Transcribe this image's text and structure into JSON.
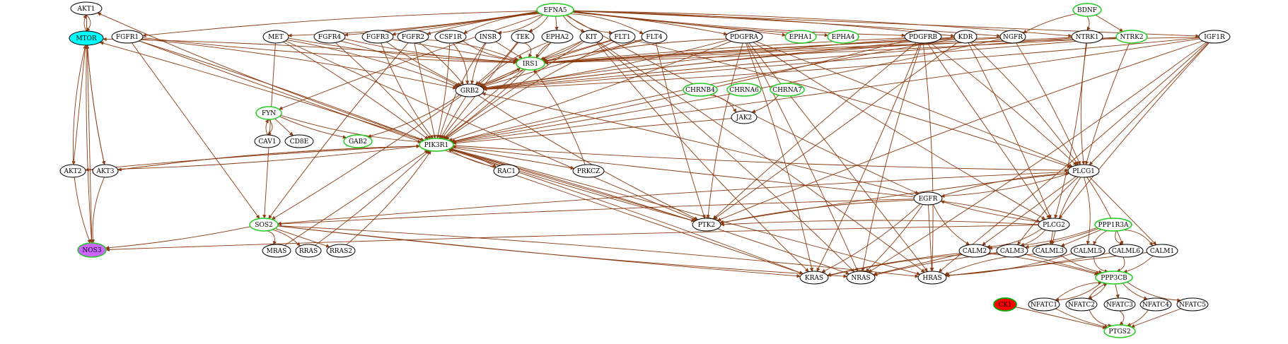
{
  "colors": {
    "edge": "#8B3A0F",
    "node_fill_default": "#ffffff",
    "node_stroke_default": "#000000",
    "node_stroke_green": "#22cc22",
    "mtor_fill": "#00ffff",
    "nos3_fill": "#cc66ff",
    "ck1_fill": "#ff0000",
    "ck1_stroke": "#00aa00"
  },
  "nodes": [
    {
      "id": "AKT1",
      "label": "AKT1",
      "style": "plain"
    },
    {
      "id": "MTOR",
      "label": "MTOR",
      "style": "cyan"
    },
    {
      "id": "EFNA5",
      "label": "EFNA5",
      "style": "green"
    },
    {
      "id": "BDNF",
      "label": "BDNF",
      "style": "green"
    },
    {
      "id": "FGFR1",
      "label": "FGFR1",
      "style": "plain"
    },
    {
      "id": "MET",
      "label": "MET",
      "style": "plain"
    },
    {
      "id": "FGFR4",
      "label": "FGFR4",
      "style": "plain"
    },
    {
      "id": "FGFR3",
      "label": "FGFR3",
      "style": "plain"
    },
    {
      "id": "FGFR2",
      "label": "FGFR2",
      "style": "plain"
    },
    {
      "id": "CSF1R",
      "label": "CSF1R",
      "style": "plain"
    },
    {
      "id": "INSR",
      "label": "INSR",
      "style": "plain"
    },
    {
      "id": "TEK",
      "label": "TEK",
      "style": "plain"
    },
    {
      "id": "EPHA2",
      "label": "EPHA2",
      "style": "plain"
    },
    {
      "id": "KIT",
      "label": "KIT",
      "style": "plain"
    },
    {
      "id": "FLT1",
      "label": "FLT1",
      "style": "plain"
    },
    {
      "id": "FLT4",
      "label": "FLT4",
      "style": "plain"
    },
    {
      "id": "PDGFRA",
      "label": "PDGFRA",
      "style": "plain"
    },
    {
      "id": "EPHA1",
      "label": "EPHA1",
      "style": "green"
    },
    {
      "id": "EPHA4",
      "label": "EPHA4",
      "style": "green"
    },
    {
      "id": "PDGFRB",
      "label": "PDGFRB",
      "style": "plain"
    },
    {
      "id": "KDR",
      "label": "KDR",
      "style": "plain"
    },
    {
      "id": "NGFR",
      "label": "NGFR",
      "style": "plain"
    },
    {
      "id": "NTRK1",
      "label": "NTRK1",
      "style": "plain"
    },
    {
      "id": "NTRK2",
      "label": "NTRK2",
      "style": "green"
    },
    {
      "id": "IGF1R",
      "label": "IGF1R",
      "style": "plain"
    },
    {
      "id": "IRS1",
      "label": "IRS1",
      "style": "green"
    },
    {
      "id": "GRB2",
      "label": "GRB2",
      "style": "plain"
    },
    {
      "id": "FYN",
      "label": "FYN",
      "style": "green"
    },
    {
      "id": "CAV1",
      "label": "CAV1",
      "style": "plain"
    },
    {
      "id": "CD8E",
      "label": "CD8E",
      "style": "plain"
    },
    {
      "id": "GAB2",
      "label": "GAB2",
      "style": "green"
    },
    {
      "id": "CHRNB4",
      "label": "CHRNB4",
      "style": "green"
    },
    {
      "id": "CHRNA6",
      "label": "CHRNA6",
      "style": "green"
    },
    {
      "id": "CHRNA7",
      "label": "CHRNA7",
      "style": "green"
    },
    {
      "id": "JAK2",
      "label": "JAK2",
      "style": "plain"
    },
    {
      "id": "PIK3R1",
      "label": "PIK3R1",
      "style": "green"
    },
    {
      "id": "AKT2",
      "label": "AKT2",
      "style": "plain"
    },
    {
      "id": "AKT3",
      "label": "AKT3",
      "style": "plain"
    },
    {
      "id": "RAC1",
      "label": "RAC1",
      "style": "plain"
    },
    {
      "id": "PRKCZ",
      "label": "PRKCZ",
      "style": "plain"
    },
    {
      "id": "PLCG1",
      "label": "PLCG1",
      "style": "plain"
    },
    {
      "id": "EGFR",
      "label": "EGFR",
      "style": "plain"
    },
    {
      "id": "SOS2",
      "label": "SOS2",
      "style": "green"
    },
    {
      "id": "PTK2",
      "label": "PTK2",
      "style": "plain"
    },
    {
      "id": "PLCG2",
      "label": "PLCG2",
      "style": "plain"
    },
    {
      "id": "PPP1R3A",
      "label": "PPP1R3A",
      "style": "green"
    },
    {
      "id": "NOS3",
      "label": "NOS3",
      "style": "purple"
    },
    {
      "id": "MRAS",
      "label": "MRAS",
      "style": "plain"
    },
    {
      "id": "RRAS",
      "label": "RRAS",
      "style": "plain"
    },
    {
      "id": "RRAS2",
      "label": "RRAS2",
      "style": "plain"
    },
    {
      "id": "CALM2",
      "label": "CALM2",
      "style": "plain"
    },
    {
      "id": "CALM3",
      "label": "CALM3",
      "style": "plain"
    },
    {
      "id": "CALML3",
      "label": "CALML3",
      "style": "plain"
    },
    {
      "id": "CALML5",
      "label": "CALML5",
      "style": "plain"
    },
    {
      "id": "CALML6",
      "label": "CALML6",
      "style": "plain"
    },
    {
      "id": "CALM1",
      "label": "CALM1",
      "style": "plain"
    },
    {
      "id": "KRAS",
      "label": "KRAS",
      "style": "plain"
    },
    {
      "id": "NRAS",
      "label": "NRAS",
      "style": "plain"
    },
    {
      "id": "HRAS",
      "label": "HRAS",
      "style": "plain"
    },
    {
      "id": "PPP3CB",
      "label": "PPP3CB",
      "style": "green"
    },
    {
      "id": "CK1",
      "label": "CK1",
      "style": "red"
    },
    {
      "id": "NFATC1",
      "label": "NFATC1",
      "style": "plain"
    },
    {
      "id": "NFATC2",
      "label": "NFATC2",
      "style": "plain"
    },
    {
      "id": "NFATC3",
      "label": "NFATC3",
      "style": "plain"
    },
    {
      "id": "NFATC4",
      "label": "NFATC4",
      "style": "plain"
    },
    {
      "id": "NFATC5",
      "label": "NFATC5",
      "style": "plain"
    },
    {
      "id": "PTGS2",
      "label": "PTGS2",
      "style": "green"
    }
  ],
  "edges": [
    [
      "AKT1",
      "MTOR"
    ],
    [
      "MTOR",
      "AKT1"
    ],
    [
      "AKT1",
      "NOS3"
    ],
    [
      "MTOR",
      "NOS3"
    ],
    [
      "EFNA5",
      "FGFR1"
    ],
    [
      "EFNA5",
      "MET"
    ],
    [
      "EFNA5",
      "FGFR4"
    ],
    [
      "EFNA5",
      "FGFR3"
    ],
    [
      "EFNA5",
      "FGFR2"
    ],
    [
      "EFNA5",
      "CSF1R"
    ],
    [
      "EFNA5",
      "INSR"
    ],
    [
      "EFNA5",
      "TEK"
    ],
    [
      "EFNA5",
      "EPHA2"
    ],
    [
      "EFNA5",
      "KIT"
    ],
    [
      "EFNA5",
      "FLT1"
    ],
    [
      "EFNA5",
      "FLT4"
    ],
    [
      "EFNA5",
      "PDGFRA"
    ],
    [
      "EFNA5",
      "EPHA1"
    ],
    [
      "EFNA5",
      "EPHA4"
    ],
    [
      "EFNA5",
      "PDGFRB"
    ],
    [
      "EFNA5",
      "KDR"
    ],
    [
      "EFNA5",
      "NGFR"
    ],
    [
      "EFNA5",
      "IGF1R"
    ],
    [
      "EFNA5",
      "FYN"
    ],
    [
      "EFNA5",
      "EGFR"
    ],
    [
      "EFNA5",
      "NTRK1"
    ],
    [
      "BDNF",
      "NTRK1"
    ],
    [
      "BDNF",
      "NTRK2"
    ],
    [
      "BDNF",
      "NGFR"
    ],
    [
      "FGFR1",
      "IRS1"
    ],
    [
      "FGFR1",
      "GRB2"
    ],
    [
      "FGFR1",
      "PIK3R1"
    ],
    [
      "FGFR1",
      "SOS2"
    ],
    [
      "FGFR1",
      "KRAS"
    ],
    [
      "MET",
      "IRS1"
    ],
    [
      "MET",
      "GRB2"
    ],
    [
      "MET",
      "PIK3R1"
    ],
    [
      "MET",
      "SOS2"
    ],
    [
      "MET",
      "PTK2"
    ],
    [
      "FGFR4",
      "IRS1"
    ],
    [
      "FGFR4",
      "GRB2"
    ],
    [
      "FGFR4",
      "PIK3R1"
    ],
    [
      "FGFR3",
      "IRS1"
    ],
    [
      "FGFR3",
      "GRB2"
    ],
    [
      "FGFR3",
      "PIK3R1"
    ],
    [
      "FGFR2",
      "IRS1"
    ],
    [
      "FGFR2",
      "GRB2"
    ],
    [
      "FGFR2",
      "PIK3R1"
    ],
    [
      "FGFR2",
      "SOS2"
    ],
    [
      "CSF1R",
      "IRS1"
    ],
    [
      "CSF1R",
      "GRB2"
    ],
    [
      "CSF1R",
      "PIK3R1"
    ],
    [
      "INSR",
      "IRS1"
    ],
    [
      "INSR",
      "GRB2"
    ],
    [
      "INSR",
      "PIK3R1"
    ],
    [
      "TEK",
      "IRS1"
    ],
    [
      "TEK",
      "GRB2"
    ],
    [
      "TEK",
      "PIK3R1"
    ],
    [
      "EPHA2",
      "IRS1"
    ],
    [
      "EPHA2",
      "GRB2"
    ],
    [
      "EPHA2",
      "PIK3R1"
    ],
    [
      "KIT",
      "IRS1"
    ],
    [
      "KIT",
      "GRB2"
    ],
    [
      "KIT",
      "PIK3R1"
    ],
    [
      "KIT",
      "KRAS"
    ],
    [
      "KIT",
      "NRAS"
    ],
    [
      "KIT",
      "HRAS"
    ],
    [
      "FLT1",
      "IRS1"
    ],
    [
      "FLT1",
      "GRB2"
    ],
    [
      "FLT1",
      "PIK3R1"
    ],
    [
      "FLT1",
      "PLCG1"
    ],
    [
      "FLT4",
      "IRS1"
    ],
    [
      "FLT4",
      "GRB2"
    ],
    [
      "FLT4",
      "PTK2"
    ],
    [
      "PDGFRA",
      "IRS1"
    ],
    [
      "PDGFRA",
      "GRB2"
    ],
    [
      "PDGFRA",
      "PIK3R1"
    ],
    [
      "PDGFRA",
      "PLCG1"
    ],
    [
      "PDGFRA",
      "PLCG2"
    ],
    [
      "PDGFRA",
      "PTK2"
    ],
    [
      "PDGFRA",
      "KRAS"
    ],
    [
      "PDGFRA",
      "NRAS"
    ],
    [
      "PDGFRA",
      "HRAS"
    ],
    [
      "PDGFRB",
      "IRS1"
    ],
    [
      "PDGFRB",
      "GRB2"
    ],
    [
      "PDGFRB",
      "PIK3R1"
    ],
    [
      "PDGFRB",
      "PLCG1"
    ],
    [
      "PDGFRB",
      "PLCG2"
    ],
    [
      "PDGFRB",
      "PTK2"
    ],
    [
      "PDGFRB",
      "NRAS"
    ],
    [
      "PDGFRB",
      "HRAS"
    ],
    [
      "PDGFRB",
      "KRAS"
    ],
    [
      "KDR",
      "IRS1"
    ],
    [
      "KDR",
      "GRB2"
    ],
    [
      "KDR",
      "PIK3R1"
    ],
    [
      "KDR",
      "PLCG1"
    ],
    [
      "KDR",
      "PLCG2"
    ],
    [
      "KDR",
      "PTK2"
    ],
    [
      "NGFR",
      "IRS1"
    ],
    [
      "NGFR",
      "GRB2"
    ],
    [
      "NGFR",
      "PIK3R1"
    ],
    [
      "NGFR",
      "PLCG1"
    ],
    [
      "NTRK1",
      "IRS1"
    ],
    [
      "NTRK1",
      "GRB2"
    ],
    [
      "NTRK1",
      "PLCG1"
    ],
    [
      "NTRK1",
      "PLCG2"
    ],
    [
      "NTRK2",
      "IRS1"
    ],
    [
      "NTRK2",
      "GRB2"
    ],
    [
      "NTRK2",
      "PLCG1"
    ],
    [
      "IGF1R",
      "IRS1"
    ],
    [
      "IGF1R",
      "GRB2"
    ],
    [
      "IGF1R",
      "PIK3R1"
    ],
    [
      "IGF1R",
      "PLCG1"
    ],
    [
      "IGF1R",
      "PLCG2"
    ],
    [
      "IGF1R",
      "PTK2"
    ],
    [
      "IGF1R",
      "NRAS"
    ],
    [
      "IGF1R",
      "HRAS"
    ],
    [
      "IRS1",
      "GRB2"
    ],
    [
      "IRS1",
      "PIK3R1"
    ],
    [
      "IRS1",
      "MTOR"
    ],
    [
      "GRB2",
      "GAB2"
    ],
    [
      "GRB2",
      "SOS2"
    ],
    [
      "GRB2",
      "PIK3R1"
    ],
    [
      "GRB2",
      "IRS1"
    ],
    [
      "GRB2",
      "PTK2"
    ],
    [
      "FYN",
      "CAV1"
    ],
    [
      "CAV1",
      "FYN"
    ],
    [
      "FYN",
      "CD8E"
    ],
    [
      "FYN",
      "GAB2"
    ],
    [
      "FYN",
      "PIK3R1"
    ],
    [
      "CHRNB4",
      "JAK2"
    ],
    [
      "CHRNA7",
      "JAK2"
    ],
    [
      "JAK2",
      "PIK3R1"
    ],
    [
      "PIK3R1",
      "AKT2"
    ],
    [
      "PIK3R1",
      "AKT3"
    ],
    [
      "PIK3R1",
      "AKT1"
    ],
    [
      "PIK3R1",
      "RAC1"
    ],
    [
      "PIK3R1",
      "PRKCZ"
    ],
    [
      "PIK3R1",
      "PTK2"
    ],
    [
      "PIK3R1",
      "PLCG1"
    ],
    [
      "PIK3R1",
      "NRAS"
    ],
    [
      "PIK3R1",
      "KRAS"
    ],
    [
      "PIK3R1",
      "HRAS"
    ],
    [
      "PIK3R1",
      "MTOR"
    ],
    [
      "AKT2",
      "PIK3R1"
    ],
    [
      "AKT3",
      "PIK3R1"
    ],
    [
      "RAC1",
      "PIK3R1"
    ],
    [
      "PTK2",
      "PIK3R1"
    ],
    [
      "AKT2",
      "NOS3"
    ],
    [
      "AKT3",
      "NOS3"
    ],
    [
      "AKT2",
      "MTOR"
    ],
    [
      "AKT3",
      "MTOR"
    ],
    [
      "MTOR",
      "AKT2"
    ],
    [
      "MTOR",
      "AKT3"
    ],
    [
      "PRKCZ",
      "IRS1"
    ],
    [
      "EGFR",
      "PLCG1"
    ],
    [
      "EGFR",
      "PLCG2"
    ],
    [
      "EGFR",
      "PIK3R1"
    ],
    [
      "EGFR",
      "SOS2"
    ],
    [
      "EGFR",
      "PTK2"
    ],
    [
      "EGFR",
      "KRAS"
    ],
    [
      "EGFR",
      "NRAS"
    ],
    [
      "EGFR",
      "HRAS"
    ],
    [
      "EGFR",
      "GRB2"
    ],
    [
      "EGFR",
      "CALM2"
    ],
    [
      "PLCG1",
      "EGFR"
    ],
    [
      "PLCG2",
      "EGFR"
    ],
    [
      "PLCG1",
      "CALM2"
    ],
    [
      "PLCG1",
      "CALM3"
    ],
    [
      "PLCG1",
      "CALML3"
    ],
    [
      "PLCG1",
      "CALML5"
    ],
    [
      "PLCG1",
      "CALML6"
    ],
    [
      "PLCG1",
      "CALM1"
    ],
    [
      "PLCG1",
      "PTK2"
    ],
    [
      "PLCG1",
      "SOS2"
    ],
    [
      "PLCG2",
      "CALM2"
    ],
    [
      "PLCG2",
      "CALM3"
    ],
    [
      "PLCG2",
      "CALML3"
    ],
    [
      "PLCG2",
      "NOS3"
    ],
    [
      "PLCG2",
      "PTK2"
    ],
    [
      "SOS2",
      "MRAS"
    ],
    [
      "SOS2",
      "RRAS"
    ],
    [
      "SOS2",
      "RRAS2"
    ],
    [
      "SOS2",
      "KRAS"
    ],
    [
      "SOS2",
      "NRAS"
    ],
    [
      "SOS2",
      "HRAS"
    ],
    [
      "SOS2",
      "NOS3"
    ],
    [
      "MRAS",
      "PIK3R1"
    ],
    [
      "RRAS",
      "PIK3R1"
    ],
    [
      "RRAS2",
      "PIK3R1"
    ],
    [
      "PPP1R3A",
      "CALM2"
    ],
    [
      "PPP1R3A",
      "CALM3"
    ],
    [
      "PPP1R3A",
      "CALML3"
    ],
    [
      "PPP1R3A",
      "CALML5"
    ],
    [
      "PPP1R3A",
      "CALML6"
    ],
    [
      "PPP1R3A",
      "CALM1"
    ],
    [
      "CALM2",
      "PPP3CB"
    ],
    [
      "CALM3",
      "PPP3CB"
    ],
    [
      "CALML3",
      "PPP3CB"
    ],
    [
      "CALML5",
      "PPP3CB"
    ],
    [
      "CALML6",
      "PPP3CB"
    ],
    [
      "CALM1",
      "PPP3CB"
    ],
    [
      "CALM2",
      "NRAS"
    ],
    [
      "CALM3",
      "NRAS"
    ],
    [
      "CALML3",
      "HRAS"
    ],
    [
      "CALML5",
      "HRAS"
    ],
    [
      "CALML6",
      "HRAS"
    ],
    [
      "CALM1",
      "HRAS"
    ],
    [
      "CALM2",
      "KRAS"
    ],
    [
      "CALM3",
      "KRAS"
    ],
    [
      "PPP3CB",
      "NFATC1"
    ],
    [
      "PPP3CB",
      "NFATC2"
    ],
    [
      "PPP3CB",
      "NFATC3"
    ],
    [
      "PPP3CB",
      "NFATC4"
    ],
    [
      "PPP3CB",
      "NFATC5"
    ],
    [
      "NFATC1",
      "PPP3CB"
    ],
    [
      "NFATC2",
      "PPP3CB"
    ],
    [
      "CK1",
      "PTGS2"
    ],
    [
      "NFATC1",
      "PTGS2"
    ],
    [
      "NFATC2",
      "PTGS2"
    ],
    [
      "NFATC3",
      "PTGS2"
    ],
    [
      "NFATC4",
      "PTGS2"
    ],
    [
      "NFATC5",
      "PTGS2"
    ]
  ]
}
